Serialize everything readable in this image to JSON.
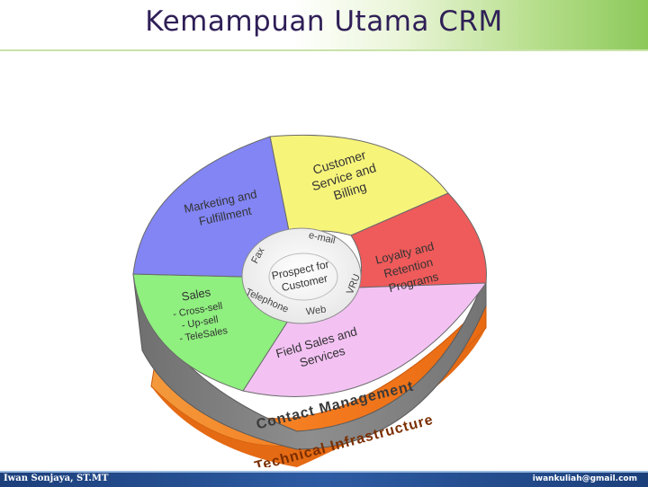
{
  "slide": {
    "title": "Kemampuan Utama CRM"
  },
  "footer": {
    "author": "Iwan Sonjaya, ST.MT",
    "email": "iwankuliah@gmail.com"
  },
  "colors": {
    "customer_service": "#f7f47a",
    "loyalty": "#ef5a5a",
    "field_sales": "#f3c2f3",
    "sales": "#8fef7f",
    "marketing": "#8285f3",
    "contact_management": "#8a8a8a",
    "technical_infrastructure": "#f07a28"
  },
  "diagram": {
    "outer": {
      "customer_service": [
        "Customer",
        "Service and",
        "Billing"
      ],
      "loyalty": [
        "Loyalty and",
        "Retention",
        "Programs"
      ],
      "field_sales": [
        "Field Sales and",
        "Services"
      ],
      "sales": {
        "heading": "Sales",
        "items": [
          "- Cross-sell",
          "- Up-sell",
          "- TeleSales"
        ]
      },
      "marketing": [
        "Marketing and",
        "Fulfillment"
      ]
    },
    "channels": {
      "email": "e-mail",
      "vru": "VRU",
      "web": "Web",
      "telephone": "Telephone",
      "fax": "Fax"
    },
    "center": [
      "Prospect for",
      "Customer"
    ],
    "layers": {
      "contact_management": "Contact Management",
      "technical_infrastructure": "Technical Infrastructure"
    }
  }
}
